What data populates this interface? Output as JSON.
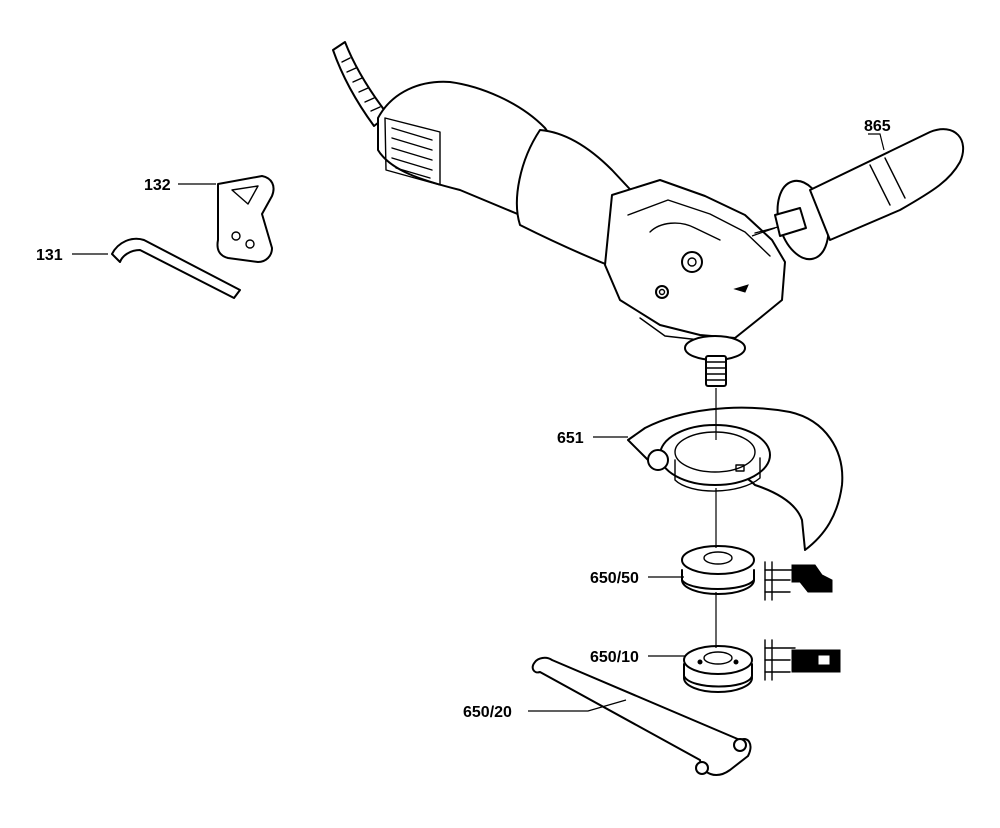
{
  "diagram": {
    "callouts": {
      "p865": "865",
      "p132": "132",
      "p131": "131",
      "p651": "651",
      "p650_50": "650/50",
      "p650_10": "650/10",
      "p650_20": "650/20"
    }
  }
}
